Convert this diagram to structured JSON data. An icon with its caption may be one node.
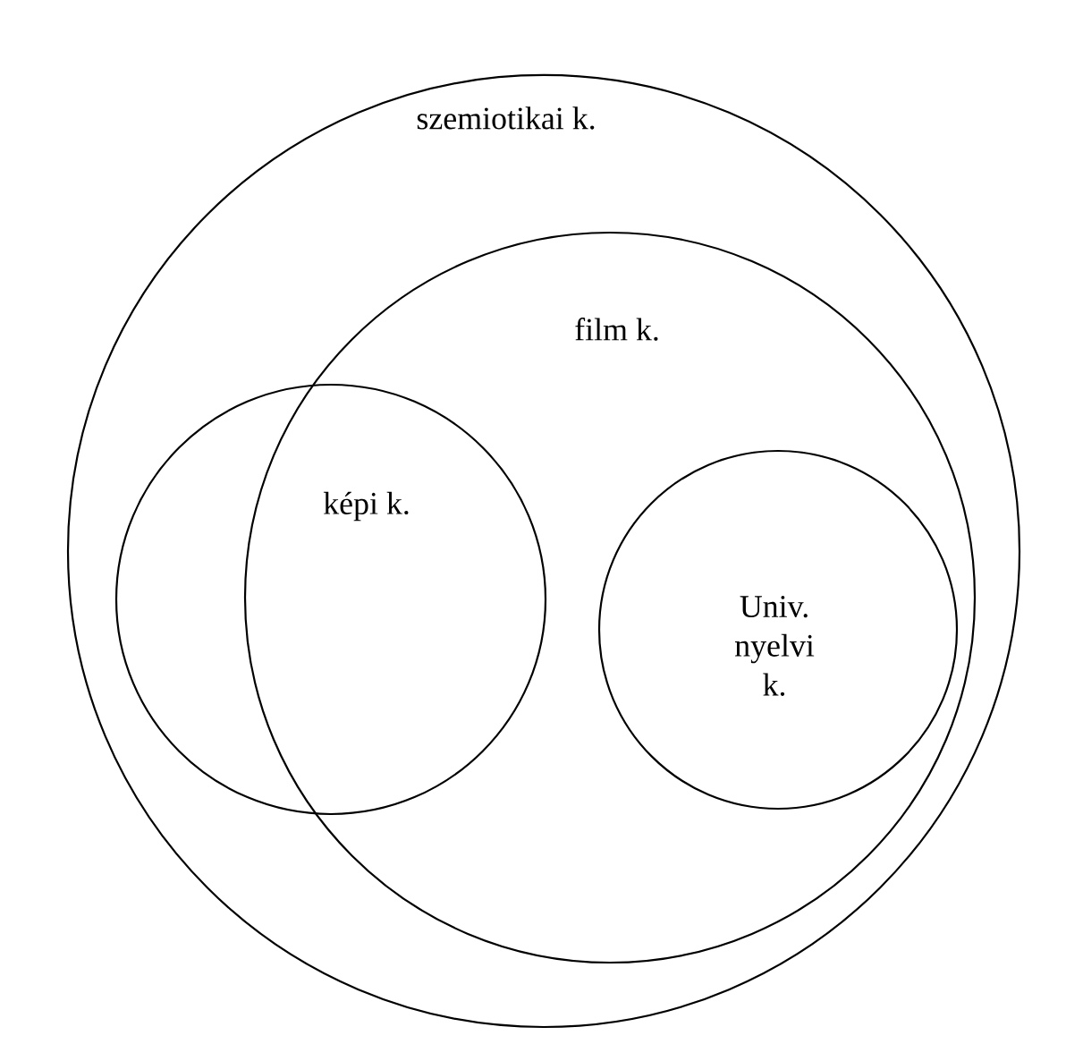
{
  "diagram": {
    "nodes": [
      {
        "text": [
          "szemiotikai k."
        ]
      },
      {
        "text": [
          "film k."
        ],
        "in": 0
      },
      {
        "text": [
          "képi k."
        ],
        "in": 0
      },
      {
        "text": [
          "Univ. nyelvi k."
        ],
        "in": 1
      }
    ]
  }
}
